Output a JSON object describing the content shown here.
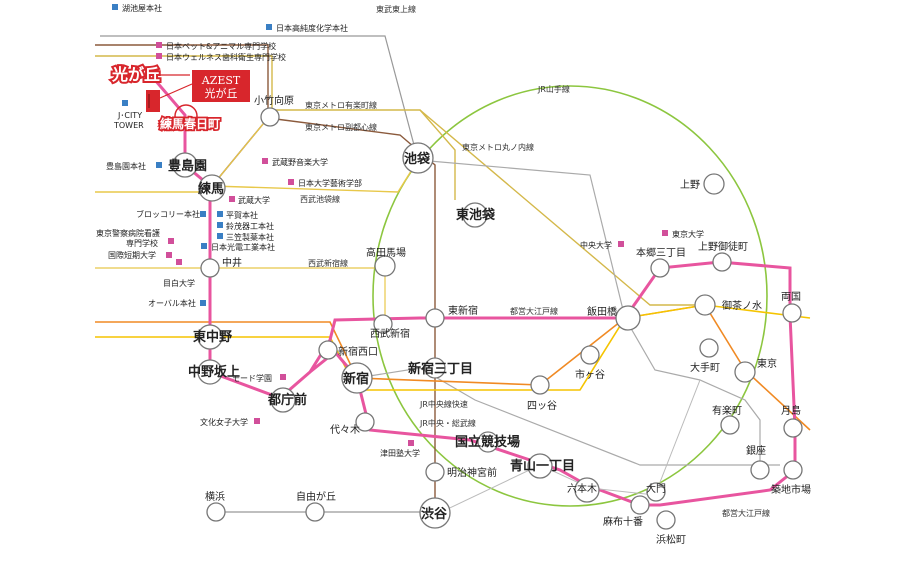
{
  "lines": {
    "jr_yamanote": "JR山手線",
    "tobu_tojo": "東武東上線",
    "yurakucho": "東京メトロ有楽町線",
    "fukutoshin": "東京メトロ副都心線",
    "marunouchi": "東京メトロ丸ノ内線",
    "seibu_ikebukuro": "西武池袋線",
    "seibu_shinjuku": "西武新宿線",
    "oedo_top": "都営大江戸線",
    "oedo_bottom": "都営大江戸線",
    "jr_chuo_rapid": "JR中央線快速",
    "jr_chuo_sobu": "JR中央・総武線"
  },
  "stations": {
    "ikebukuro": "池袋",
    "higashi_ikebukuro": "東池袋",
    "nerima": "練馬",
    "toshimaen": "豊島園",
    "kotake_mukaihara": "小竹向原",
    "nakai": "中井",
    "higashi_nakano": "東中野",
    "nakano_sakaue": "中野坂上",
    "tochomae": "都庁前",
    "shinjuku_nishiguchi": "新宿西口",
    "shinjuku": "新宿",
    "yoyogi": "代々木",
    "takadanobaba": "高田馬場",
    "seibu_shinjuku": "西武新宿",
    "higashi_shinjuku": "東新宿",
    "shinjuku_sanchome": "新宿三丁目",
    "meiji_jingumae": "明治神宮前",
    "shibuya": "渋谷",
    "kokuritsu_kyogijo": "国立競技場",
    "aoyama_itchome": "青山一丁目",
    "yotsuya": "四ッ谷",
    "ichigaya": "市ヶ谷",
    "iidabashi": "飯田橋",
    "hongo_sanchome": "本郷三丁目",
    "ueno_okachimachi": "上野御徒町",
    "ueno": "上野",
    "ochanomizu": "御茶ノ水",
    "ryogoku": "両国",
    "otemachi": "大手町",
    "tokyo": "東京",
    "yurakucho": "有楽町",
    "ginza": "銀座",
    "tsukishima": "月島",
    "tsukiji_shijo": "築地市場",
    "roppongi": "六本木",
    "azabu_juban": "麻布十番",
    "daimon": "大門",
    "hamamatsucho": "浜松町",
    "yokohama": "横浜",
    "jiyugaoka": "自由が丘"
  },
  "landmarks": {
    "kosaido": "湖池屋本社",
    "nihon_kojundo": "日本高純度化学本社",
    "pet_animal": "日本ペット&アニマル専門学校",
    "wellness": "日本ウェルネス歯科衛生専門学校",
    "j_city_tower": "J･CITY\nTOWER",
    "musashino_ongaku": "武蔵野音楽大学",
    "nichidai_geijutsu": "日本大学藝術学部",
    "toshimaen_honsha": "豊島園本社",
    "musashi_univ": "武蔵大学",
    "broccoli": "ブロッコリー本社",
    "heiga": "平賀本社",
    "suzumo": "鈴茂器工本社",
    "mikasa": "三笠製薬本社",
    "nihon_koden": "日本光電工業本社",
    "keisatsu_nurse": "東京警察病院看護\n専門学校",
    "kokusai_tanki": "国際短期大学",
    "mejiro": "目白大学",
    "orbal": "オーバル本社",
    "mode_gakuen": "モード学園",
    "bunka_joshi": "文化女子大学",
    "tsuda": "津田塾大学",
    "chuo_univ": "中央大学",
    "tokyo_univ": "東京大学"
  },
  "logo": {
    "hikarigaoka": "光が丘",
    "nerima_kasugacho": "練馬春日町",
    "azest_line1": "AZEST",
    "azest_line2": "光が丘"
  },
  "colors": {
    "oedo": "#e8559f",
    "yamanote": "#8cc63f",
    "yurakucho": "#d4b84a",
    "fukutoshin": "#8b5a3c",
    "marunouchi": "#aaaaaa",
    "chuo_rapid": "#f08a24",
    "chuo_sobu": "#f5c400",
    "seibu": "#e8c84a",
    "accent_red": "#d8262c",
    "company_square": "#3a7fc4",
    "school_square": "#d14f9a"
  }
}
